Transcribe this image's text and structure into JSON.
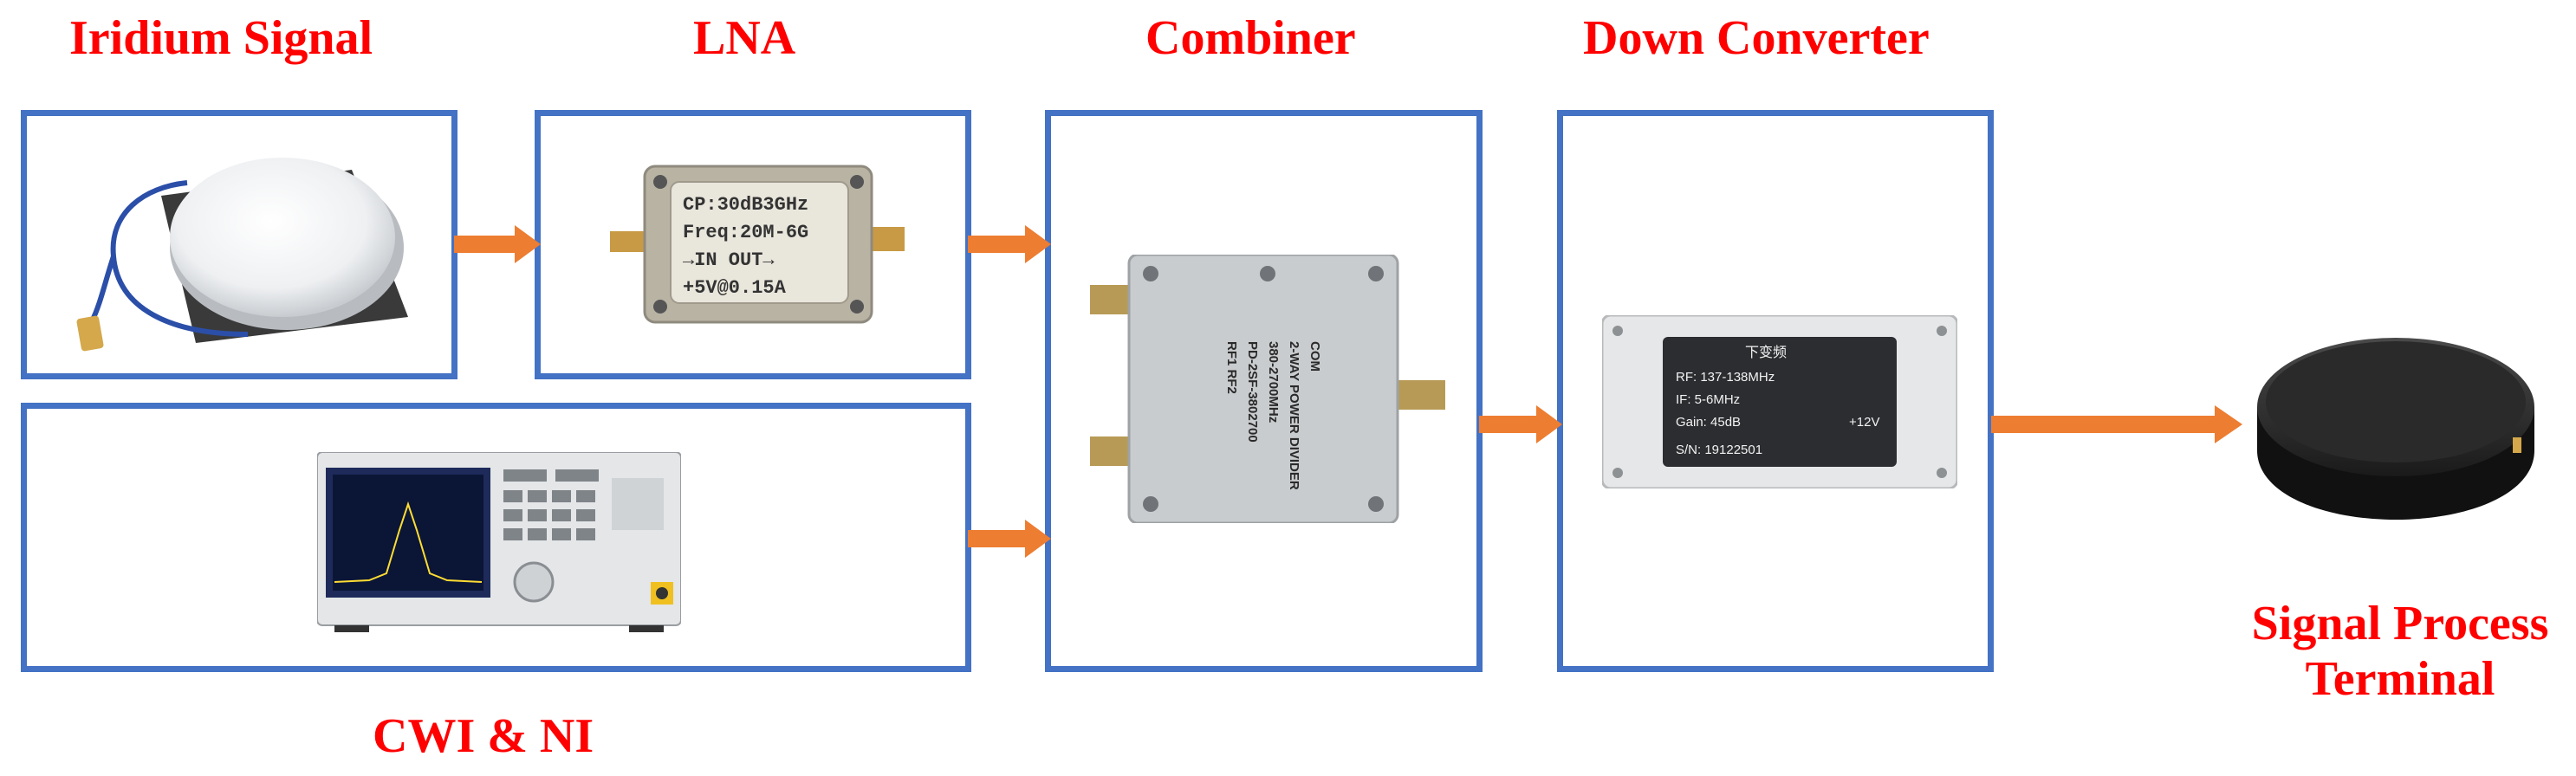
{
  "labels": {
    "iridium": "Iridium Signal",
    "lna": "LNA",
    "combiner": "Combiner",
    "down_converter": "Down Converter",
    "terminal_line1": "Signal Process",
    "terminal_line2": "Terminal",
    "cwi_ni": "CWI & NI"
  },
  "lna_plate": [
    "CP:30dB3GHz",
    "Freq:20M-6G",
    "→IN    OUT→",
    "+5V@0.15A"
  ],
  "combiner_plate": [
    "COM",
    "2-WAY POWER DIVIDER",
    "380-2700MHz",
    "PD-2SF-3802700",
    "RF1        RF2"
  ],
  "converter_plate": [
    "下变频",
    "RF: 137-138MHz",
    "IF: 5-6MHz",
    "Gain: 45dB",
    "S/N: 19122501",
    "+12V"
  ],
  "colors": {
    "box_border": "#4472c4",
    "arrow": "#ed7d31",
    "label": "#ff0000"
  }
}
